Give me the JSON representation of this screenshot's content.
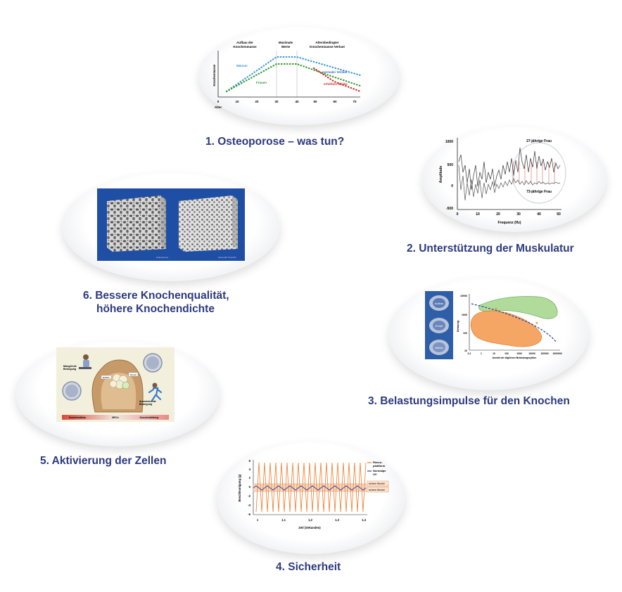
{
  "captions": {
    "c1": "1. Osteoporose – was tun?",
    "c2": "2. Unterstützung der Muskulatur",
    "c3": "3. Belastungsimpulse für den Knochen",
    "c4": "4. Sicherheit",
    "c5": "5. Aktivierung der Zellen",
    "c6a": "6. Bessere Knochenqualität,",
    "c6b": "höhere Knochendichte"
  },
  "panel1": {
    "ylabel": "Knochenmasse",
    "xlabel": "Alter",
    "phase1": [
      "Aufbau der",
      "Knochenmasse"
    ],
    "phase2": [
      "Maximale",
      "Werte"
    ],
    "phase3": [
      "Altersbedingter",
      "Knochenmasse-Verlust"
    ],
    "men": "Männer",
    "women": "Frauen",
    "normal": "normaler Verlauf",
    "risk": "erhöhtes Risiko",
    "ticks": [
      "0",
      "10",
      "20",
      "30",
      "40",
      "50",
      "60",
      "70"
    ],
    "colors": {
      "men": "#3a9ad9",
      "women": "#3a9a3a",
      "risk": "#d42a2a"
    }
  },
  "panel2": {
    "ylabel": "Amplitude",
    "xlabel": "Frequenz (Hz)",
    "label_young": "27-jährige Frau",
    "label_old": "73-jährige Frau",
    "yticks": [
      "1000",
      "500",
      "0",
      "-500"
    ],
    "xticks": [
      "0",
      "10",
      "20",
      "30",
      "40",
      "50"
    ]
  },
  "panel3": {
    "icons": [
      "Aufbau",
      "Erhalt",
      "Abbau"
    ],
    "ylabel": "Dehnung",
    "yticks": [
      "10000",
      "1000",
      "100",
      "10"
    ],
    "xticks": [
      "0,1",
      "1",
      "10",
      "100",
      "1000",
      "10000",
      "100000",
      "1000000"
    ],
    "xlabel": "Anzahl der täglichen Belastungszyklen"
  },
  "panel4": {
    "ylabel": "Beschleunigung (g)",
    "xlabel": "Zeit (Sekunden)",
    "yticks": [
      "6",
      "4",
      "2",
      "0",
      "-2",
      "-4",
      "-6"
    ],
    "xticks": [
      "1",
      "1,1",
      "1,2",
      "1,3",
      "1,4"
    ],
    "legend1": [
      "Rimco-",
      "plattform"
    ],
    "legend2": [
      "Normalpe",
      "UV"
    ],
    "box1": "sicherer Bereich",
    "box2": "sicherer Bereich"
  },
  "panel5": {
    "label_top": [
      "Mangelnde",
      "Bewegung"
    ],
    "label_right": [
      "Ausreichende",
      "Bewegung"
    ],
    "bar_left": "Knochenabbau",
    "bar_mid": "MSCs",
    "bar_right": "Knochenbildung",
    "cell_a": "RANKL",
    "cell_b": "Runx2"
  },
  "panel6": {
    "label_left": "Osteoporose",
    "label_right": "Gesunder Knochen"
  }
}
